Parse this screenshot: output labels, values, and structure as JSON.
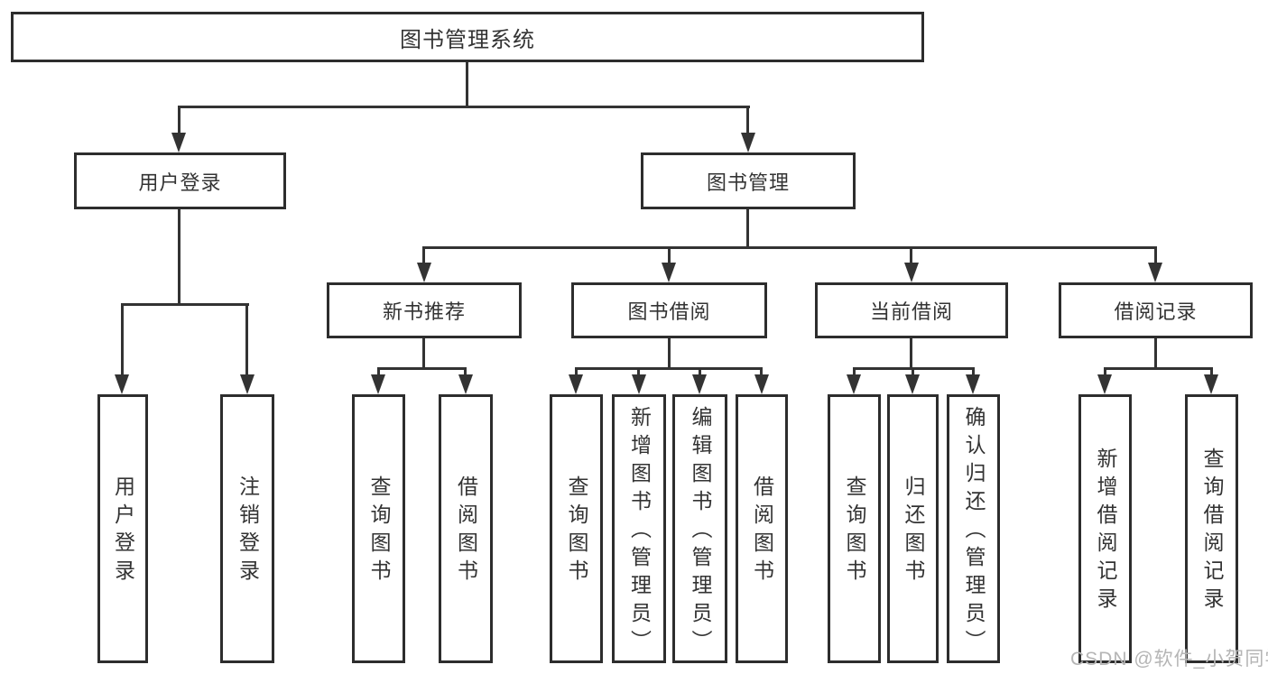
{
  "diagram": {
    "title": "图书管理系统",
    "nodes": {
      "root": "图书管理系统",
      "user_login": "用户登录",
      "book_mgmt": "图书管理",
      "new_book_rec": "新书推荐",
      "book_borrow": "图书借阅",
      "current_borrow": "当前借阅",
      "borrow_records": "借阅记录",
      "leaves": {
        "user_login": [
          "用户登录",
          "注销登录"
        ],
        "new_book_rec": [
          "查询图书",
          "借阅图书"
        ],
        "book_borrow": [
          "查询图书",
          "新增图书（管理员）",
          "编辑图书（管理员）",
          "借阅图书"
        ],
        "current_borrow": [
          "查询图书",
          "归还图书",
          "确认归还（管理员）"
        ],
        "borrow_records": [
          "新增借阅记录",
          "查询借阅记录"
        ]
      }
    },
    "edges": [
      [
        "图书管理系统",
        "用户登录"
      ],
      [
        "图书管理系统",
        "图书管理"
      ],
      [
        "用户登录",
        "用户登录"
      ],
      [
        "用户登录",
        "注销登录"
      ],
      [
        "图书管理",
        "新书推荐"
      ],
      [
        "图书管理",
        "图书借阅"
      ],
      [
        "图书管理",
        "当前借阅"
      ],
      [
        "图书管理",
        "借阅记录"
      ],
      [
        "新书推荐",
        "查询图书"
      ],
      [
        "新书推荐",
        "借阅图书"
      ],
      [
        "图书借阅",
        "查询图书"
      ],
      [
        "图书借阅",
        "新增图书（管理员）"
      ],
      [
        "图书借阅",
        "编辑图书（管理员）"
      ],
      [
        "图书借阅",
        "借阅图书"
      ],
      [
        "当前借阅",
        "查询图书"
      ],
      [
        "当前借阅",
        "归还图书"
      ],
      [
        "当前借阅",
        "确认归还（管理员）"
      ],
      [
        "借阅记录",
        "新增借阅记录"
      ],
      [
        "借阅记录",
        "查询借阅记录"
      ]
    ],
    "watermark": "CSDN @软件_小贺同学",
    "colors": {
      "line": "#333333",
      "box_border": "#2d2d2d",
      "text": "#333333",
      "watermark": "#b5b5b5",
      "background": "#ffffff"
    }
  }
}
